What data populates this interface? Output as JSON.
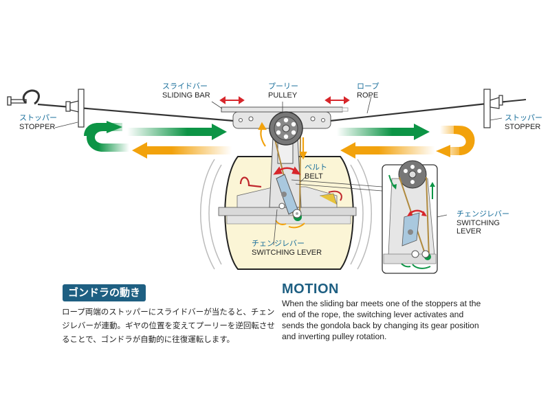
{
  "labels": {
    "stopper_left": {
      "jp": "ストッパー",
      "en": "STOPPER"
    },
    "stopper_right": {
      "jp": "ストッパー",
      "en": "STOPPER"
    },
    "sliding_bar": {
      "jp": "スライドバー",
      "en": "SLIDING BAR"
    },
    "pulley": {
      "jp": "プーリー",
      "en": "PULLEY"
    },
    "rope": {
      "jp": "ロープ",
      "en": "ROPE"
    },
    "belt": {
      "jp": "ベルト",
      "en": "BELT"
    },
    "switching_lever_main": {
      "jp": "チェンジレバー",
      "en": "SWITCHING LEVER"
    },
    "switching_lever_inset": {
      "jp": "チェンジレバー",
      "en_line1": "SWITCHING",
      "en_line2": "LEVER"
    }
  },
  "section_jp": {
    "title": "ゴンドラの動き",
    "body": "ロープ両端のストッパーにスライドバーが当たると、チェンジレバーが連動。ギヤの位置を変えてプーリーを逆回転させることで、ゴンドラが自動的に往復運転します。"
  },
  "section_en": {
    "title": "MOTION",
    "body": "When the sliding bar meets one of the stoppers at the end of the rope, the switching lever activates and sends the gondola back by changing its gear position and inverting pulley rotation."
  },
  "colors": {
    "green": "#0c9445",
    "orange": "#f2a20c",
    "red": "#d7262b",
    "label_blue": "#1a6f9b",
    "title_blue": "#1e5f82",
    "cabin_fill": "#fbf5d6"
  }
}
